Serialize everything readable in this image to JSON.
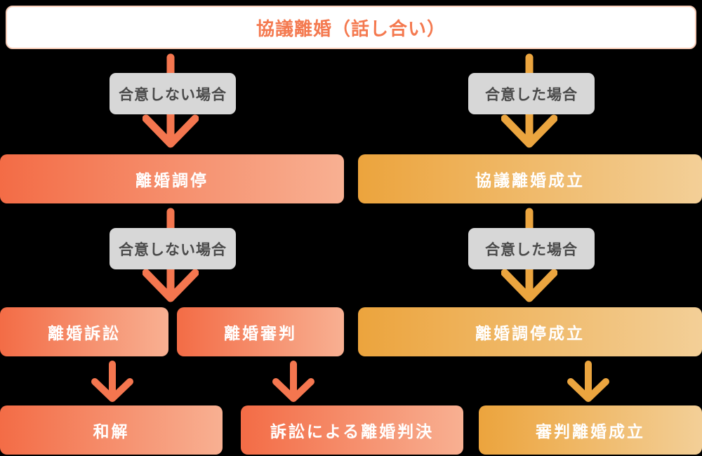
{
  "colors": {
    "page_bg": "#000000",
    "orange_accent": "#f4764f",
    "orange_grad_start": "#f36c46",
    "orange_grad_end": "#f8b092",
    "amber_accent": "#eba53f",
    "amber_grad_start": "#eca43d",
    "amber_grad_end": "#f3cf97",
    "label_bg": "#d7d7d7",
    "label_text": "#4a4a4a",
    "title_text": "#f4794f",
    "title_border": "#f8cdb9",
    "node_text": "#ffffff"
  },
  "flowchart": {
    "title": "協議離婚（話し合い）",
    "left_branch": {
      "label_no_agreement_1": "合意しない場合",
      "node_mediation": "離婚調停",
      "label_no_agreement_2": "合意しない場合",
      "node_lawsuit": "離婚訴訟",
      "node_adjudication": "離婚審判",
      "node_settlement": "和解",
      "node_judgment": "訴訟による離婚判決"
    },
    "right_branch": {
      "label_agreement_1": "合意した場合",
      "node_agreement_divorce": "協議離婚成立",
      "label_agreement_2": "合意した場合",
      "node_mediation_divorce": "離婚調停成立",
      "node_adjudication_divorce": "審判離婚成立"
    }
  }
}
